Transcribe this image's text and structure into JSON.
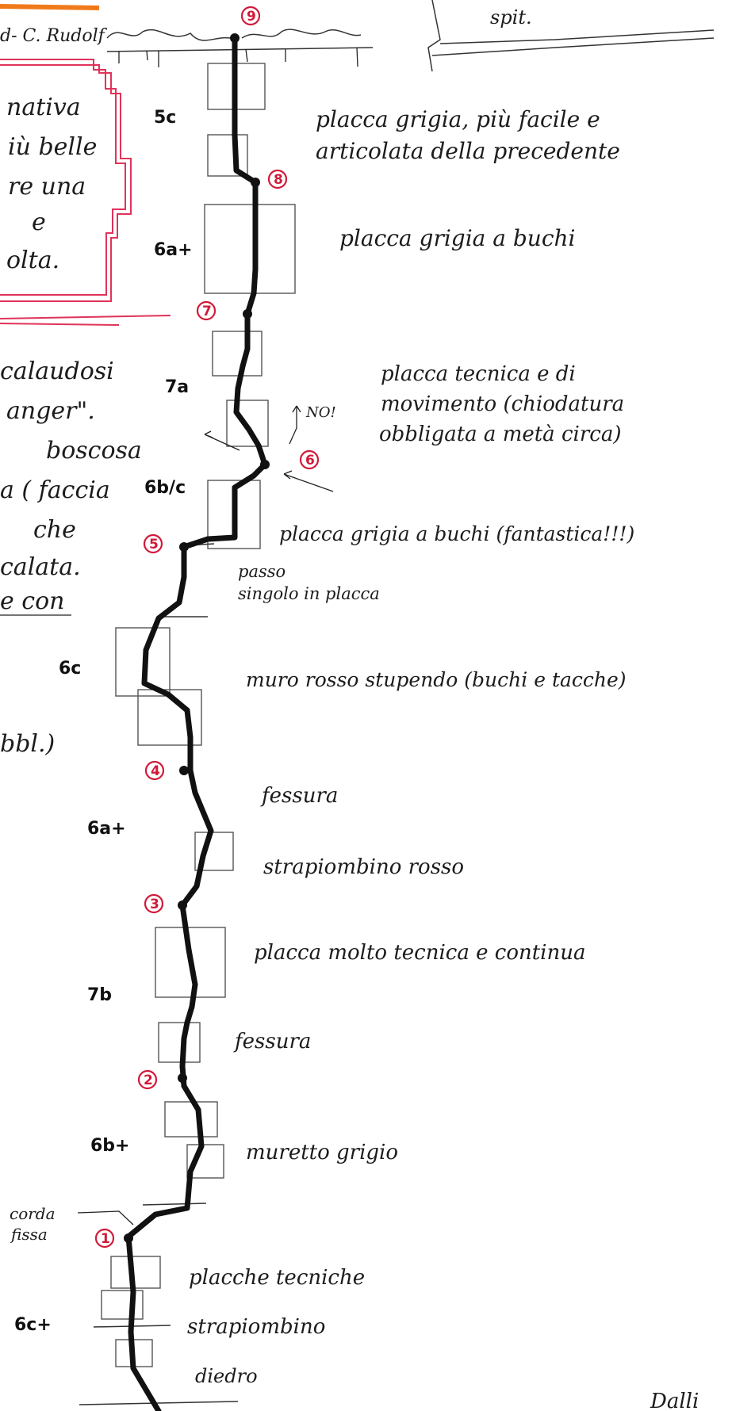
{
  "header": {
    "authors_fragment": "d- C. Rudolf",
    "spit_label": "spit."
  },
  "left_panel": {
    "box_lines": [
      "nativa",
      "iù belle",
      "re una",
      "e",
      "olta."
    ],
    "notes_lines": [
      "calaudosi",
      "anger\".",
      "boscosa",
      "a ( faccia",
      "che",
      "calata.",
      "e con",
      "bbl.)"
    ]
  },
  "pitches": [
    {
      "grade": "6c+",
      "descriptions": [
        "placche tecniche",
        "strapiombino",
        "diedro"
      ]
    },
    {
      "grade": "6b+",
      "descriptions": [
        "muretto grigio"
      ]
    },
    {
      "grade": "7b",
      "descriptions": [
        "placca molto tecnica e continua",
        "fessura"
      ]
    },
    {
      "grade": "6a+",
      "descriptions": [
        "fessura",
        "strapiombino rosso"
      ]
    },
    {
      "grade": "6c",
      "descriptions": [
        "passo",
        "singolo in placca",
        "muro rosso stupendo (buchi e tacche)"
      ]
    },
    {
      "grade": "6b/c",
      "descriptions": [
        "placca grigia a buchi (fantastica!!!)"
      ]
    },
    {
      "grade": "7a",
      "descriptions": [
        "placca tecnica e di",
        "movimento (chiodatura",
        "obbligata a metà circa)"
      ]
    },
    {
      "grade": "6a+",
      "descriptions": [
        "placca grigia a buchi"
      ]
    },
    {
      "grade": "5c",
      "descriptions": [
        "placca grigia, più facile e",
        "articolata della precedente"
      ]
    }
  ],
  "stations": [
    "1",
    "2",
    "3",
    "4",
    "5",
    "6",
    "7",
    "8",
    "9"
  ],
  "annotations": {
    "no_label": "NO!",
    "fixed_rope": [
      "corda",
      "fissa"
    ],
    "signature": "Dalli"
  },
  "colors": {
    "route": "#111111",
    "station_ring": "#d11a3a",
    "box_border": "#e0335a",
    "orange_underline": "#f07a1a"
  }
}
